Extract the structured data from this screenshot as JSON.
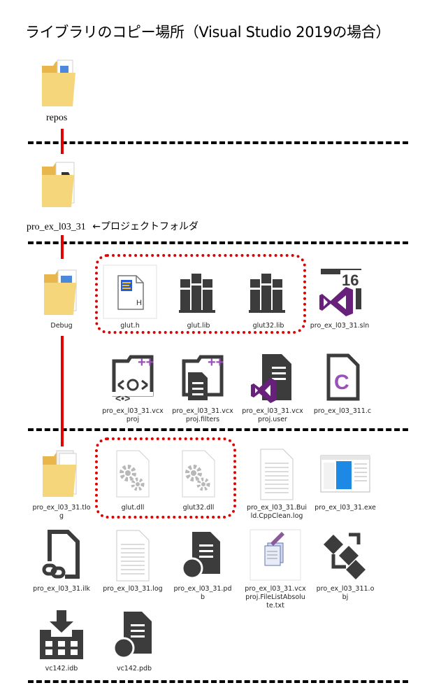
{
  "title": "ライブラリのコピー場所（Visual Studio 2019の場合）",
  "repos": {
    "label": "repos"
  },
  "project": {
    "label": "pro_ex_l03_31",
    "note": "←プロジェクトフォルダ"
  },
  "row1": [
    {
      "label": "Debug",
      "icon": "folder-icon"
    },
    {
      "label": "glut.h",
      "icon": "header-file-icon"
    },
    {
      "label": "glut.lib",
      "icon": "library-icon"
    },
    {
      "label": "glut32.lib",
      "icon": "library-icon"
    },
    {
      "label": "pro_ex_l03_31.sln",
      "icon": "visual-studio-solution-icon"
    }
  ],
  "row2": [
    {
      "label": "pro_ex_l03_31.vcxproj",
      "icon": "vcxproj-icon"
    },
    {
      "label": "pro_ex_l03_31.vcxproj.filters",
      "icon": "filters-icon"
    },
    {
      "label": "pro_ex_l03_31.vcxproj.user",
      "icon": "vs-user-file-icon"
    },
    {
      "label": "pro_ex_l03_311.c",
      "icon": "c-source-icon"
    }
  ],
  "row3": [
    {
      "label": "pro_ex_l03_31.tlog",
      "icon": "folder-icon"
    },
    {
      "label": "glut.dll",
      "icon": "dll-gear-icon"
    },
    {
      "label": "glut32.dll",
      "icon": "dll-gear-icon"
    },
    {
      "label": "pro_ex_l03_31.Build.CppClean.log",
      "icon": "text-file-icon"
    },
    {
      "label": "pro_ex_l03_31.exe",
      "icon": "exe-window-icon"
    }
  ],
  "row4": [
    {
      "label": "pro_ex_l03_31.ilk",
      "icon": "link-file-icon"
    },
    {
      "label": "pro_ex_l03_31.log",
      "icon": "text-file-icon"
    },
    {
      "label": "pro_ex_l03_31.pdb",
      "icon": "pdb-file-icon"
    },
    {
      "label": "pro_ex_l03_31.vcxproj.FileListAbsolute.txt",
      "icon": "notepad-file-icon"
    },
    {
      "label": "pro_ex_l03_311.obj",
      "icon": "obj-file-icon"
    }
  ],
  "row5": [
    {
      "label": "vc142.idb",
      "icon": "idb-file-icon"
    },
    {
      "label": "vc142.pdb",
      "icon": "pdb-file-icon"
    }
  ],
  "colors": {
    "highlight": "#e00000",
    "folder": "#f6d67a",
    "vs_purple": "#68217a",
    "dark_icon": "#3c3c3c"
  }
}
